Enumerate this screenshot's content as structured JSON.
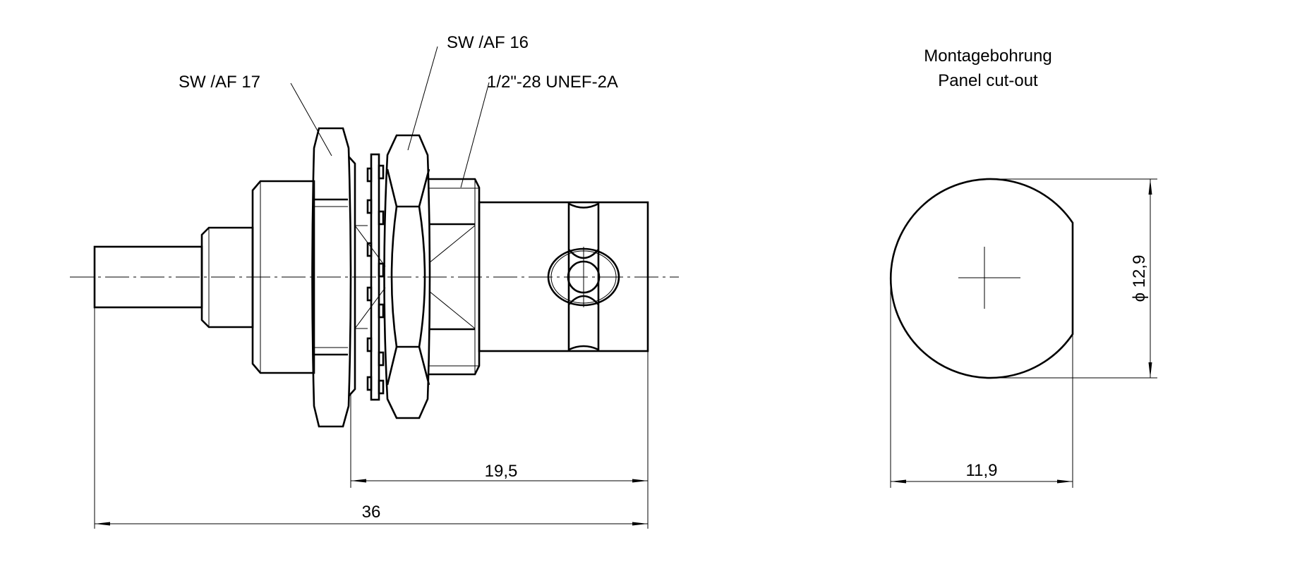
{
  "side_view": {
    "labels": {
      "nut_large": "SW /AF 17",
      "nut_small": "SW /AF 16",
      "thread": "1/2\"-28 UNEF-2A"
    },
    "dimensions": {
      "front_length": "19,5",
      "total_length": "36"
    }
  },
  "panel_cutout": {
    "title_de": "Montagebohrung",
    "title_en": "Panel cut-out",
    "dimensions": {
      "diameter": "ϕ 12,9",
      "width": "11,9"
    }
  }
}
